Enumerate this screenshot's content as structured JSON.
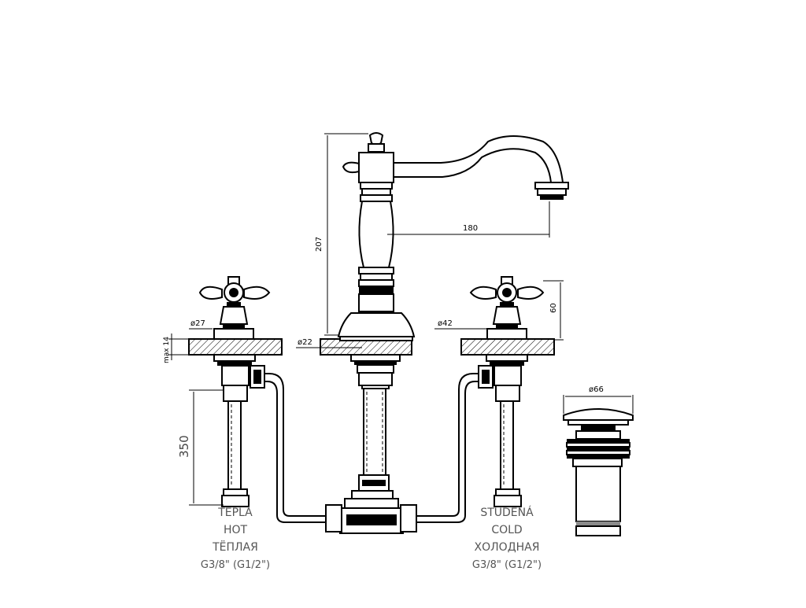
{
  "dimensions": {
    "height_207": "207",
    "reach_180": "180",
    "handle_60": "60",
    "deck_max14": "max 14",
    "dia_27": "ø27",
    "dia_22": "ø22",
    "dia_42": "ø42",
    "hose_350": "350",
    "waste_dia_66": "ø66"
  },
  "labels": {
    "hot": {
      "cz": "TEPLÁ",
      "en": "HOT",
      "ru": "ТЁПЛАЯ",
      "thread": "G3/8\" (G1/2\")"
    },
    "cold": {
      "cz": "STUDENÁ",
      "en": "COLD",
      "ru": "ХОЛОДНАЯ",
      "thread": "G3/8\" (G1/2\")"
    }
  }
}
